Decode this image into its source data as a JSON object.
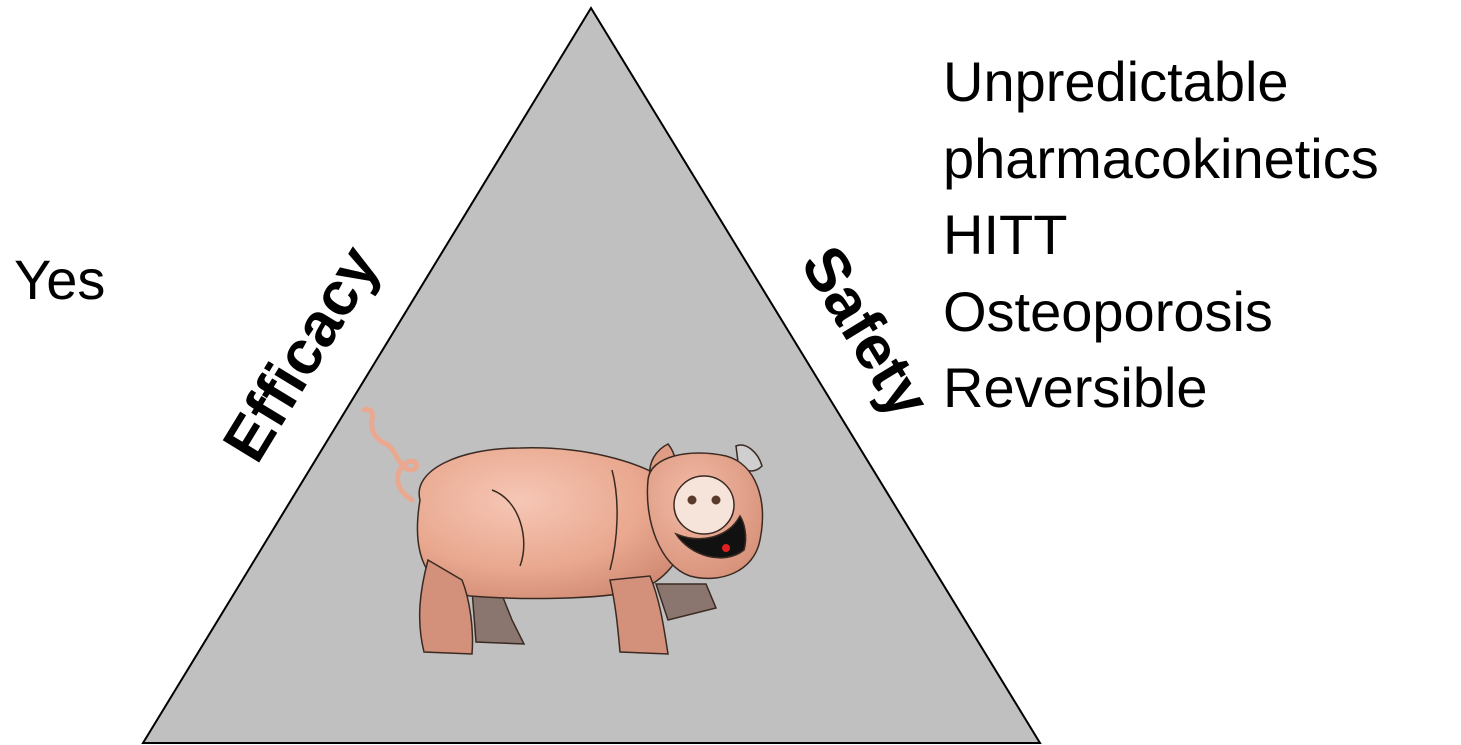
{
  "left_note": "Yes",
  "sides": {
    "left_label": "Efficacy",
    "right_label": "Safety"
  },
  "safety_list": [
    "Unpredictable",
    "pharmacokinetics",
    "HITT",
    "Osteoporosis",
    "Reversible"
  ],
  "colors": {
    "triangle_fill": "#c0c0c0",
    "pig_body": "#e9a88f",
    "pig_dark": "#8a766e"
  },
  "icons": [
    "pig-illustration"
  ]
}
